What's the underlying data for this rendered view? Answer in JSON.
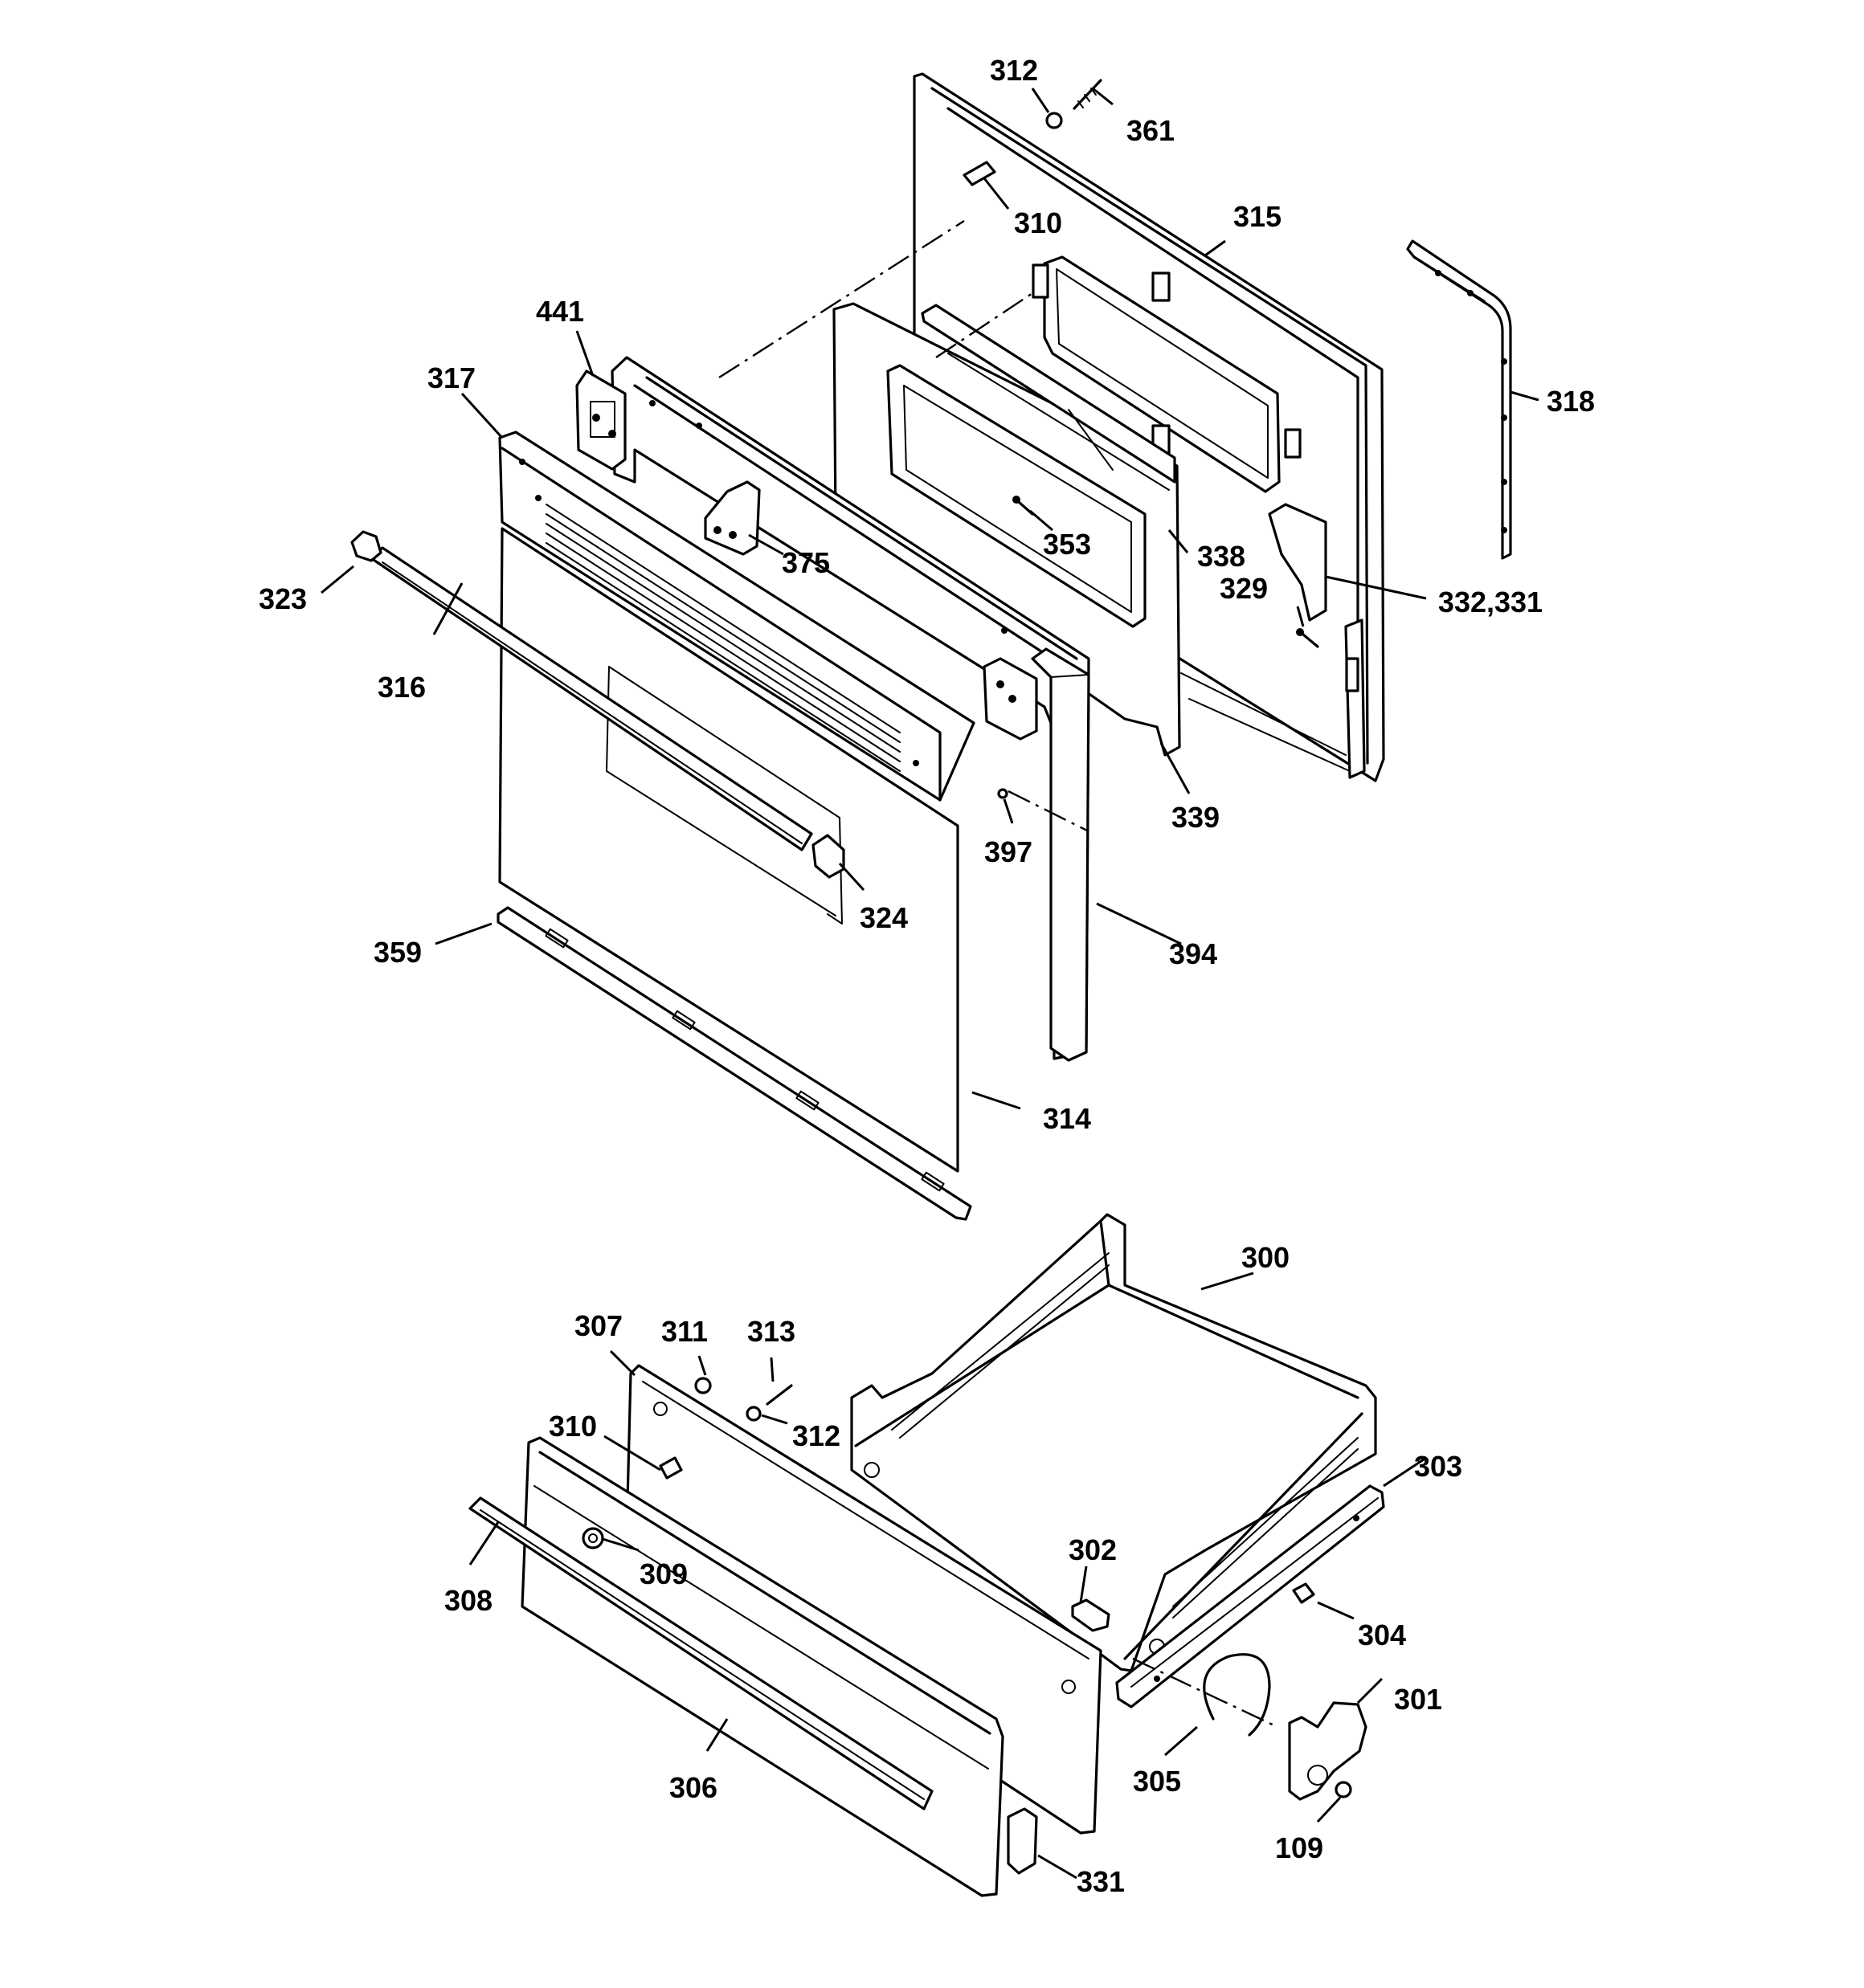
{
  "labels": {
    "p312a": "312",
    "p361": "361",
    "p310a": "310",
    "p315": "315",
    "p441": "441",
    "p317": "317",
    "p318": "318",
    "p375": "375",
    "p353": "353",
    "p338": "338",
    "p329": "329",
    "p332_331": "332,331",
    "p323": "323",
    "p316": "316",
    "p339": "339",
    "p397": "397",
    "p324": "324",
    "p394": "394",
    "p359": "359",
    "p314": "314",
    "p300": "300",
    "p307": "307",
    "p311": "311",
    "p313": "313",
    "p312b": "312",
    "p310b": "310",
    "p303": "303",
    "p302": "302",
    "p309": "309",
    "p308": "308",
    "p304": "304",
    "p301": "301",
    "p305": "305",
    "p306": "306",
    "p109": "109",
    "p331": "331"
  }
}
